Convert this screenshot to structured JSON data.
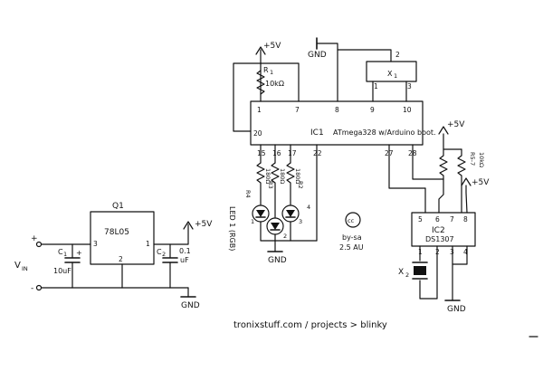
{
  "power": {
    "plus5v": "+5V",
    "gnd": "GND",
    "vin": "V",
    "vin_sub": "IN"
  },
  "regulator": {
    "ref": "Q1",
    "part": "78L05",
    "pin_in": "3",
    "pin_out": "1",
    "pin_gnd": "2"
  },
  "caps": {
    "c1_ref": "C",
    "c1_sub": "1",
    "c1_val": "10uF",
    "c1_plus": "+",
    "c2_ref": "C",
    "c2_sub": "2",
    "c2_val1": "0.1",
    "c2_val2": "uF"
  },
  "ic1": {
    "ref": "IC1",
    "desc": "ATmega328 w/Arduino boot.",
    "pins": [
      "1",
      "7",
      "8",
      "9",
      "10",
      "20",
      "15",
      "16",
      "17",
      "22",
      "27",
      "28"
    ]
  },
  "r1": {
    "ref": "R",
    "sub": "1",
    "val": "10kΩ"
  },
  "crystal1": {
    "ref": "X",
    "sub": "1",
    "pin1": "1",
    "pin2": "2",
    "pin3": "3"
  },
  "leds": {
    "label": "LED 1 (RGB)",
    "r2": "R2",
    "r3": "R3",
    "r4": "R4",
    "r_val": "180Ω",
    "led_pins": [
      "1",
      "2",
      "3",
      "4"
    ]
  },
  "pullups": {
    "ref": "R5-7",
    "val": "10kΩ"
  },
  "ic2": {
    "ref": "IC2",
    "part": "DS1307",
    "top_pins": [
      "5",
      "6",
      "7",
      "8"
    ],
    "bottom_pins": [
      "1",
      "2",
      "3",
      "4"
    ]
  },
  "crystal2": {
    "ref": "X",
    "sub": "2"
  },
  "license": {
    "logo": "cc",
    "text1": "by-sa",
    "text2": "2.5 AU"
  },
  "footer": "tronixstuff.com / projects > blinky"
}
